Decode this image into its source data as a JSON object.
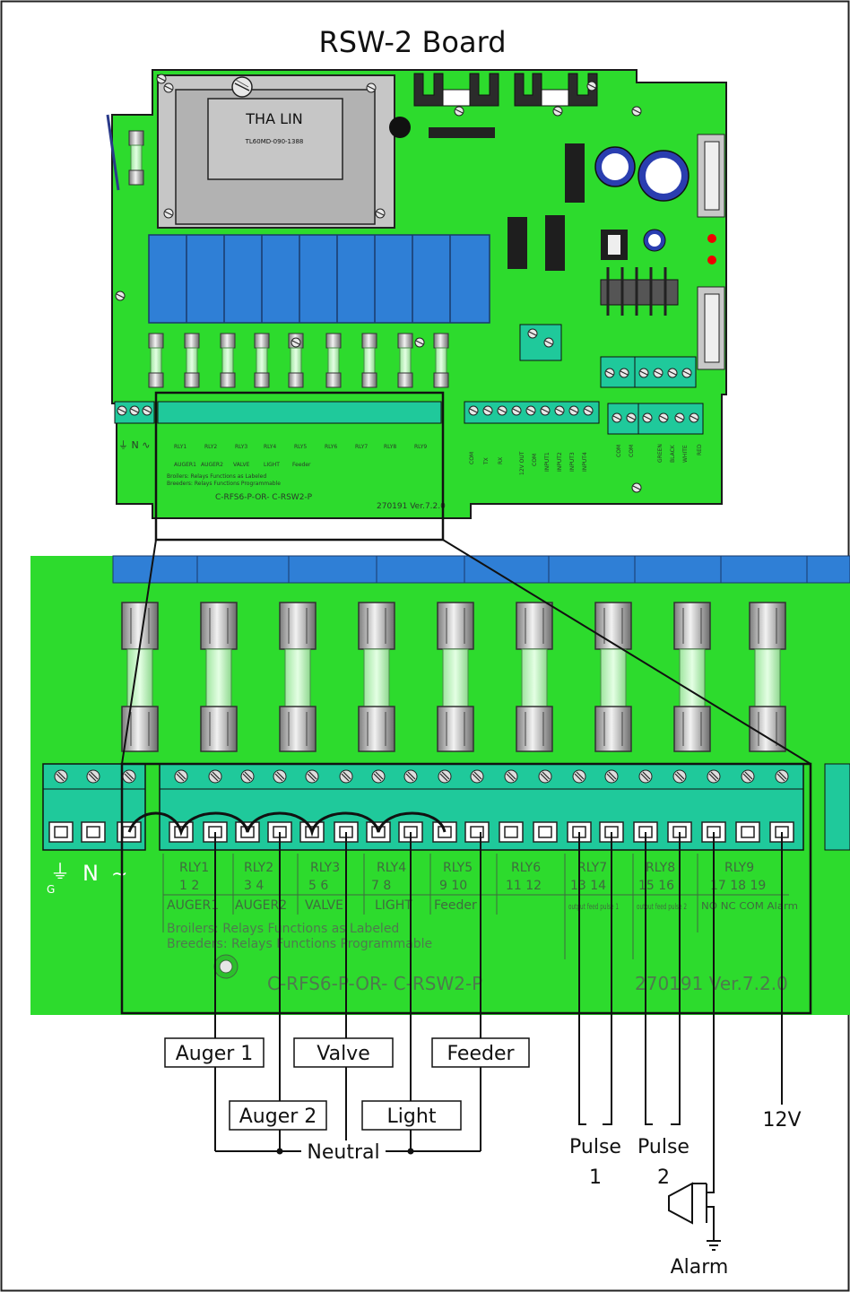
{
  "title": "RSW-2 Board",
  "board": {
    "transformer_brand": "THA  LIN",
    "transformer_model": "TL60MD-090-1388",
    "part_label": "C-RFS6-P-OR- C-RSW2-P",
    "version_label": "270191 Ver.7.2.0",
    "note_broilers": "Broilers: Relays Functions as Labeled",
    "note_breeders": "Breeders: Relays Functions Programmable",
    "left_terminals": [
      "G",
      "N",
      "~"
    ],
    "relays": [
      {
        "name": "RLY1",
        "pins": "1   2",
        "func": "AUGER1"
      },
      {
        "name": "RLY2",
        "pins": "3   4",
        "func": "AUGER2"
      },
      {
        "name": "RLY3",
        "pins": "5   6",
        "func": "VALVE"
      },
      {
        "name": "RLY4",
        "pins": "7   8",
        "func": "LIGHT"
      },
      {
        "name": "RLY5",
        "pins": "9   10",
        "func": "Feeder"
      },
      {
        "name": "RLY6",
        "pins": "11  12",
        "func": ""
      },
      {
        "name": "RLY7",
        "pins": "13    14",
        "func": "output feed pulse 1"
      },
      {
        "name": "RLY8",
        "pins": "15   16",
        "func": "output feed pulse 2"
      },
      {
        "name": "RLY9",
        "pins": "17 18 19",
        "func": "NO NC COM Alarm"
      }
    ],
    "comm_terminals": [
      "COM",
      "TX",
      "RX"
    ],
    "input_terminals": [
      "12V OUT",
      "COM",
      "INPUT1",
      "INPUT2",
      "INPUT3",
      "INPUT4"
    ],
    "right_terminals": [
      "COM",
      "COM",
      "GREEN",
      "BLACK",
      "WHITE",
      "RED"
    ]
  },
  "wiring": {
    "auger1": "Auger 1",
    "auger2": "Auger 2",
    "valve": "Valve",
    "light": "Light",
    "feeder": "Feeder",
    "neutral": "Neutral",
    "pulse1_a": "Pulse",
    "pulse1_b": "1",
    "pulse2_a": "Pulse",
    "pulse2_b": "2",
    "v12": "12V",
    "alarm": "Alarm"
  }
}
